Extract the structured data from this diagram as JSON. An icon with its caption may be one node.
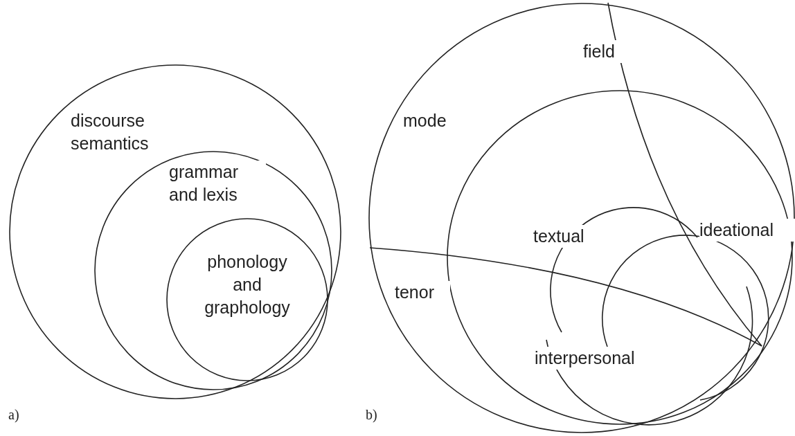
{
  "diagram": {
    "nodes": [
      {
        "text": [
          "discourse semantics"
        ]
      },
      {
        "text": [
          "grammar and lexis"
        ],
        "in": 0
      },
      {
        "text": [
          "phonology and graphology"
        ],
        "in": 1
      },
      {
        "text": [
          "field",
          "mode",
          "tenor"
        ]
      },
      {
        "text": [],
        "shape": "circle",
        "in": 3
      },
      {
        "text": [
          "textual"
        ],
        "in": 4
      },
      {
        "text": [
          "ideational"
        ],
        "in": 4
      },
      {
        "text": [
          "interpersonal"
        ],
        "in": 4
      }
    ],
    "edges": [],
    "labels": [
      "a)",
      "b)"
    ]
  }
}
